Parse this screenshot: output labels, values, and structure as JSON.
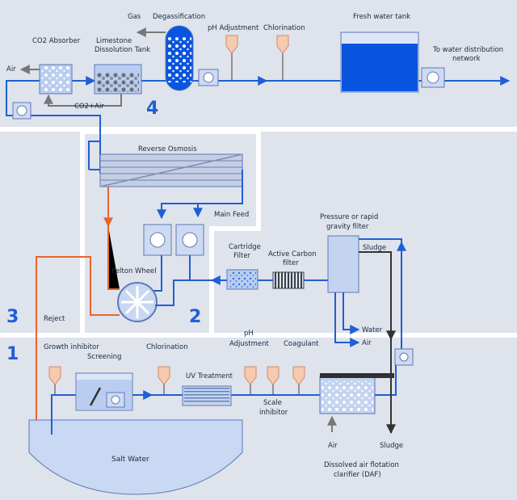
{
  "sections": [
    "1",
    "2",
    "3",
    "4"
  ],
  "labels": {
    "gas": "Gas",
    "degassification": "Degassification",
    "ph_adjustment_top": "pH Adjustment",
    "chlorination_top": "Chlorination",
    "fresh_water_tank": "Fresh water tank",
    "to_water_distribution_1": "To water distribution",
    "to_water_distribution_2": "network",
    "co2_absorber": "CO2 Absorber",
    "limestone_1": "Limestone",
    "limestone_2": "Dissolution Tank",
    "air_top": "Air",
    "co2_air": "CO2+Air",
    "reverse_osmosis": "Reverse Osmosis",
    "main_feed": "Main Feed",
    "pelton_wheel": "Pelton Wheel",
    "pressure_filter_1": "Pressure or rapid",
    "pressure_filter_2": "gravity filter",
    "sludge_top": "Sludge",
    "cartridge_1": "Cartridge",
    "cartridge_2": "Filter",
    "active_carbon_1": "Active Carbon",
    "active_carbon_2": "filter",
    "water": "Water",
    "air_filter": "Air",
    "reject": "Reject",
    "growth_inhibitor": "Growth inhibitor",
    "screening": "Screening",
    "chlorination_bottom": "Chlorination",
    "ph_bottom_1": "pH",
    "ph_bottom_2": "Adjustment",
    "coagulant": "Coagulant",
    "uv_treatment": "UV Treatment",
    "scale_1": "Scale",
    "scale_2": "inhibitor",
    "salt_water": "Salt Water",
    "air_daf": "Air",
    "sludge_bottom": "Sludge",
    "daf_1": "Dissolved air flotation",
    "daf_2": "clarifier (DAF)"
  },
  "colors": {
    "background": "#dfe3ec",
    "panel": "#ffffff",
    "water_line": "#1f5fd6",
    "reject_line": "#e8652a",
    "sludge_line": "#333333",
    "tank_fill": "#c9d8f3",
    "fresh_water": "#0a55e0"
  }
}
